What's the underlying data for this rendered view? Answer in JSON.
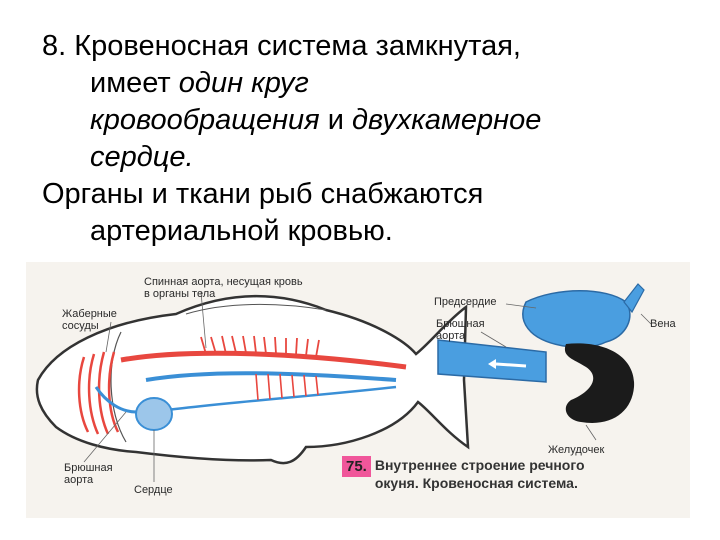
{
  "slide": {
    "point_line1": "8. Кровеносная система замкнутая,",
    "point_line2_a": "имеет ",
    "point_line2_b": "один круг",
    "point_line3_a": "кровообращения",
    "point_line3_b": " и ",
    "point_line3_c": "двухкамерное",
    "point_line4": "сердце.",
    "organs_line1": "Органы и ткани рыб снабжаются",
    "organs_line2": "артериальной кровью."
  },
  "figure": {
    "labels": {
      "dorsal_aorta": "Спинная аорта, несущая кровь\nв органы тела",
      "gill_vessels": "Жаберные\nсосуды",
      "ventral_aorta_left": "Брюшная\nаорта",
      "heart": "Сердце",
      "atrium": "Предсердие",
      "ventral_aorta_right": "Брюшная\nаорта",
      "vein": "Вена",
      "ventricle": "Желудочек"
    },
    "caption_number": "75.",
    "caption_text": "Внутреннее строение речного\nокуня. Кровеносная система."
  },
  "colors": {
    "arterial": "#e8473f",
    "venous": "#3a8fd6",
    "heart_dark": "#1b1b1b",
    "caption_highlight": "#f0569a"
  }
}
